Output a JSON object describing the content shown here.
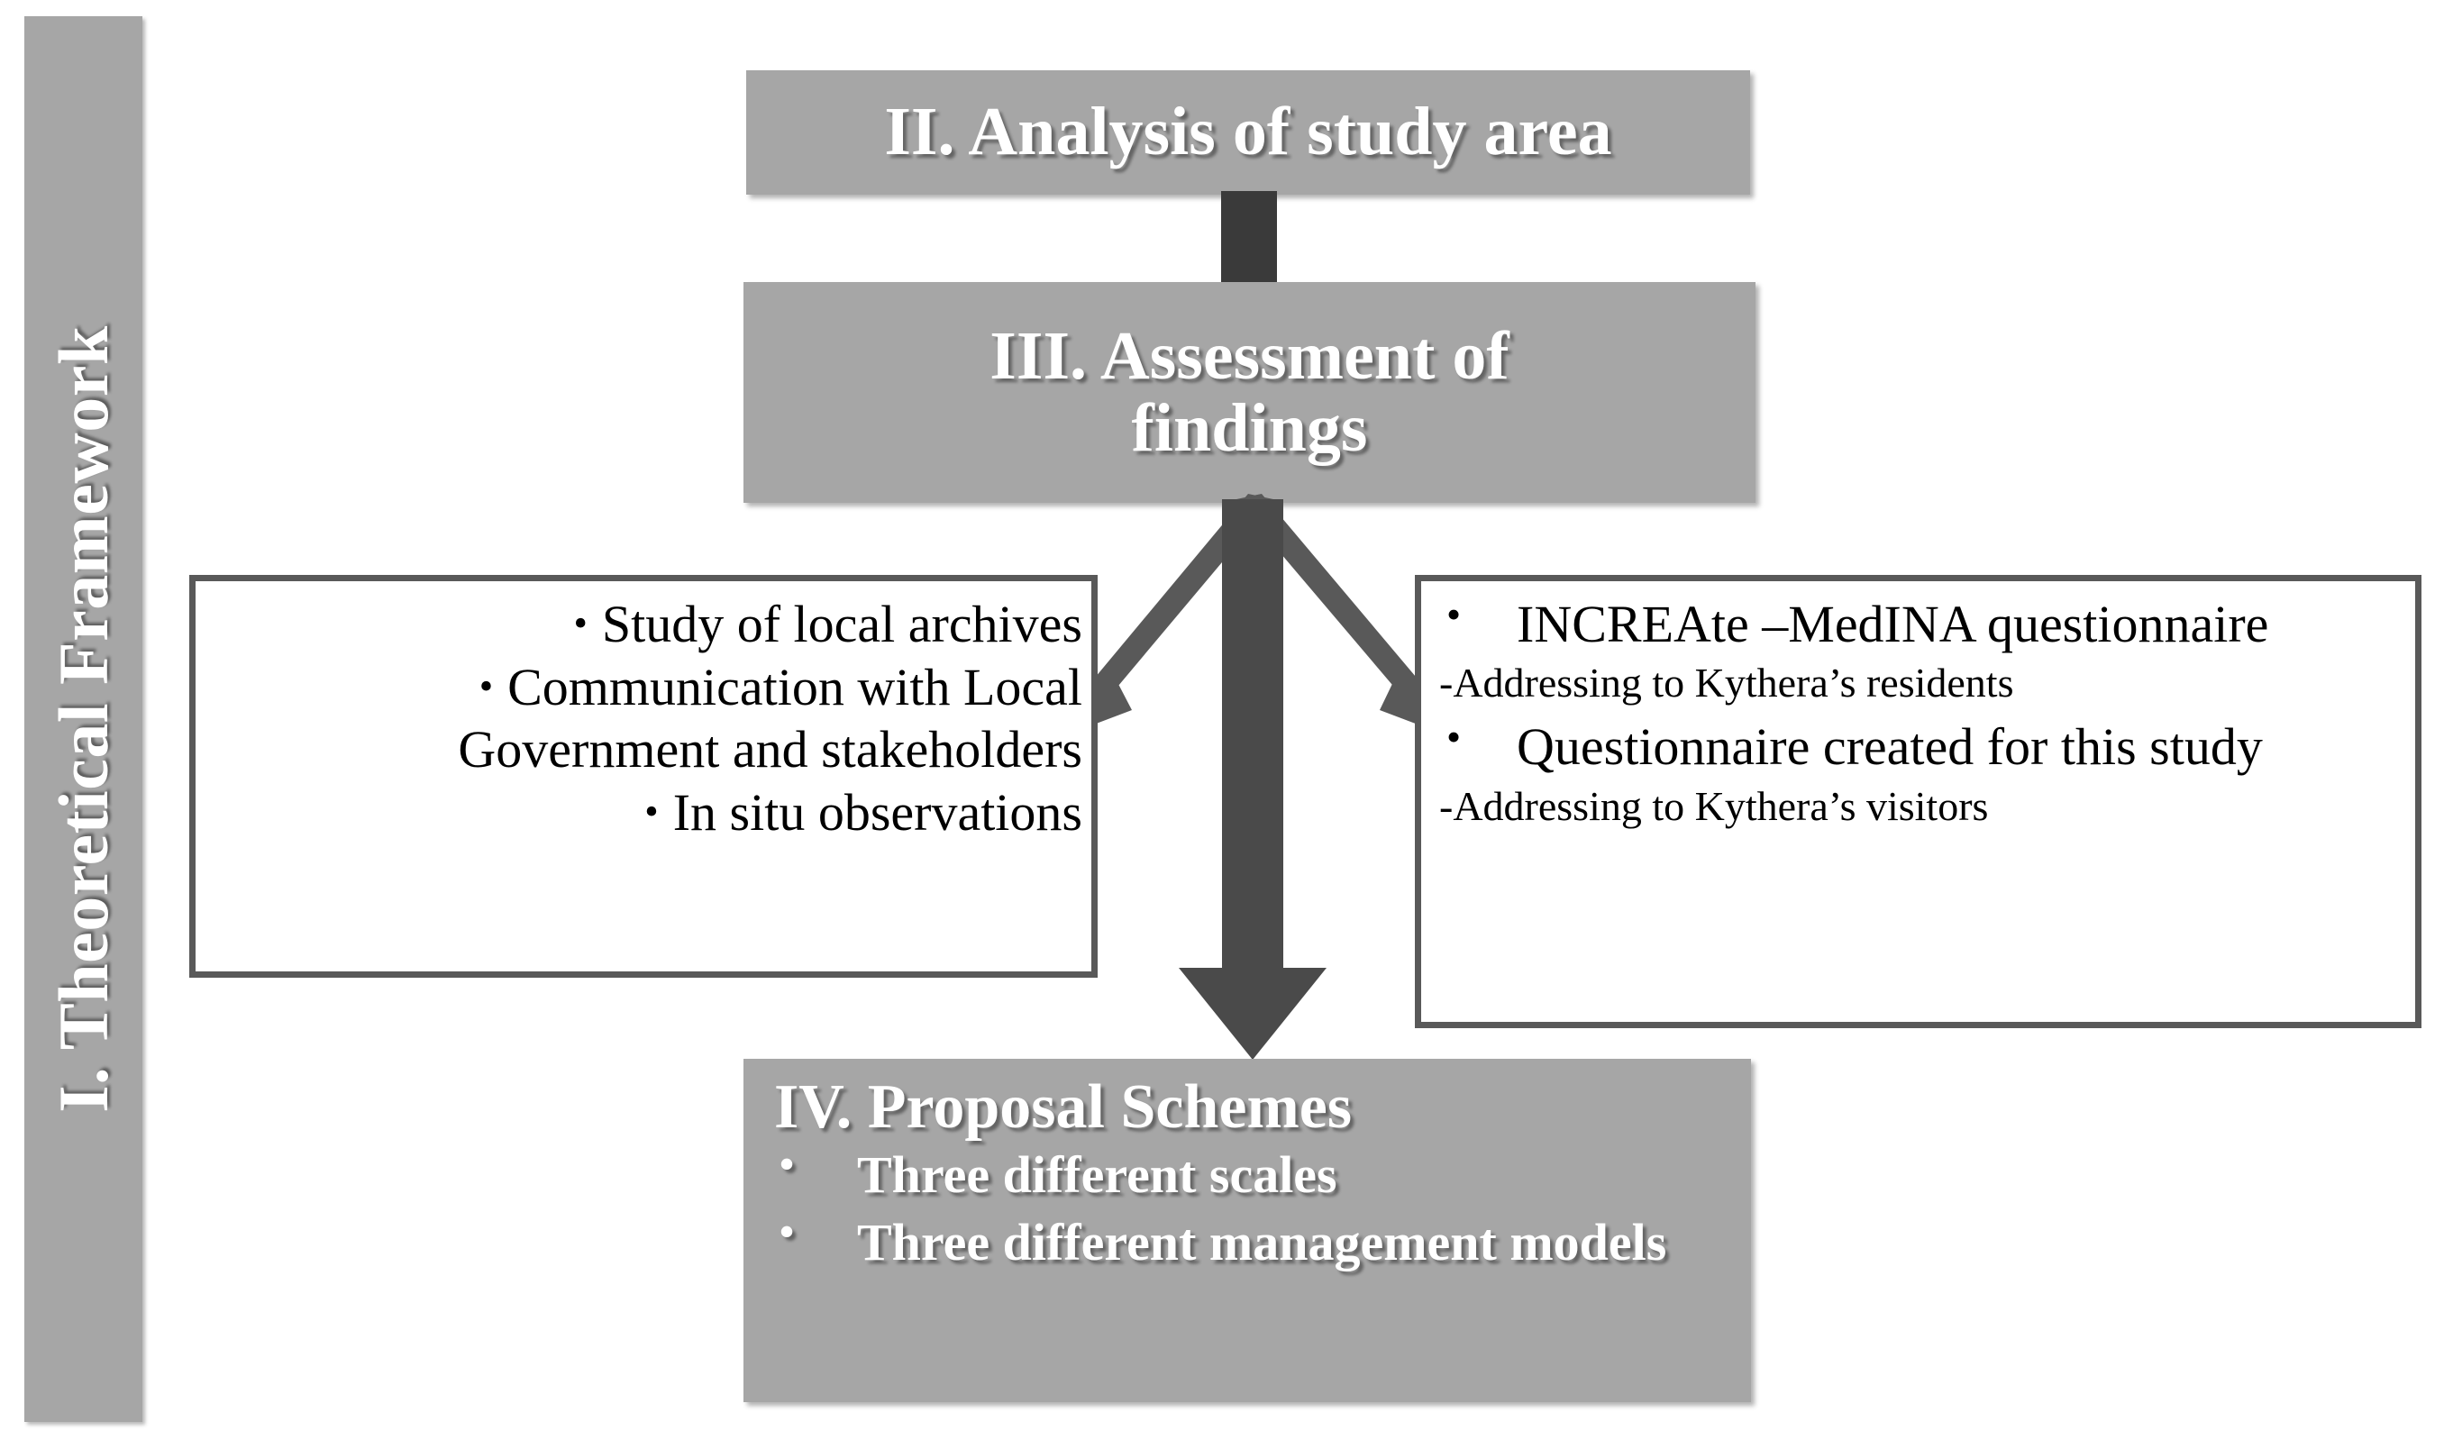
{
  "diagram": {
    "title": "Methodology flowchart",
    "colors": {
      "box_fill_gray": "#a6a6a6",
      "box_outline": "#595959",
      "arrow_dark": "#3a3a3a",
      "arrow_mid": "#595959",
      "heading_text": "#ffffff",
      "body_text": "#000000",
      "background": "#ffffff"
    }
  },
  "framework_bar": {
    "label": "I. Theoretical Framework"
  },
  "box_analysis": {
    "heading": "II. Analysis of study area"
  },
  "box_assessment": {
    "heading_line1": "III. Assessment of",
    "heading_line2": "findings"
  },
  "box_fieldwork": {
    "items": [
      "Study of local archives",
      "Communication with Local Government and stakeholders",
      "In situ observations"
    ],
    "bullet_glyph": "•"
  },
  "box_questionnaires": {
    "entries": [
      {
        "bullet": "INCREAte –MedINA questionnaire",
        "sub": "-Addressing to Kythera’s residents"
      },
      {
        "bullet": "Questionnaire created for this study",
        "sub": "-Addressing to Kythera’s visitors"
      }
    ]
  },
  "box_proposal": {
    "heading": "IV. Proposal Schemes",
    "items": [
      "Three different scales",
      "Three different management models"
    ]
  },
  "connectors": {
    "stem_analysis_to_assessment": "down-stem",
    "arrow_assessment_to_proposal": "thick-down-arrow",
    "arrow_to_fieldwork": "diagonal-down-left-arrow",
    "arrow_to_questionnaires": "diagonal-down-right-arrow"
  }
}
